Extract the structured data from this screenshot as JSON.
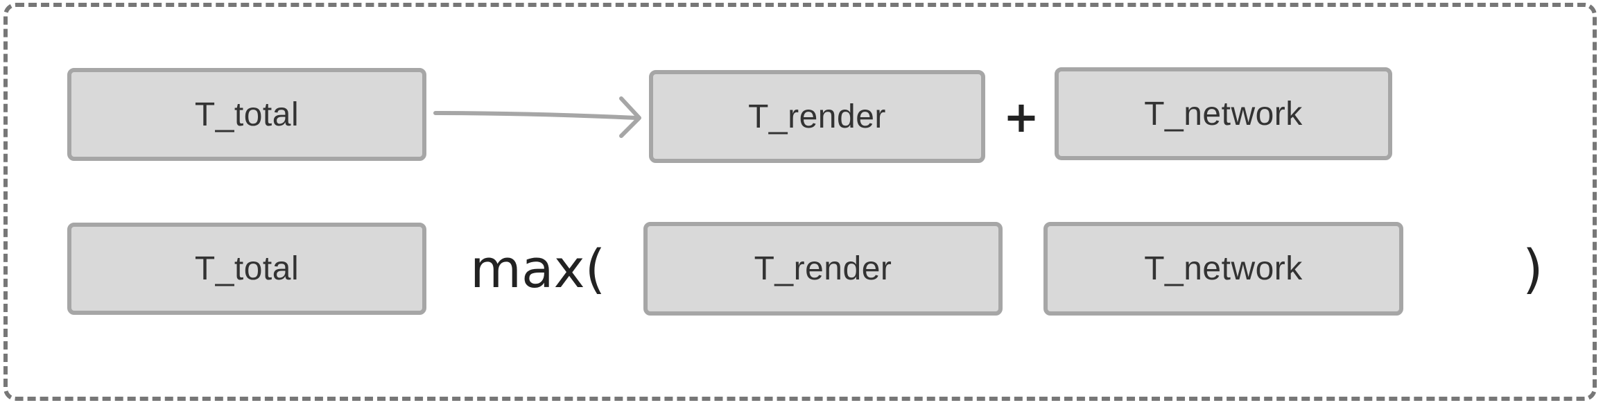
{
  "row1": {
    "left_box": "T_total",
    "middle_box": "T_render",
    "operator": "+",
    "right_box": "T_network"
  },
  "row2": {
    "left_box": "T_total",
    "func_open": "max(",
    "middle_box": "T_render",
    "right_box": "T_network",
    "func_close": ")"
  },
  "colors": {
    "box_fill": "#d9d9d9",
    "box_border": "#a6a6a6",
    "frame_border": "#777777",
    "text": "#333333"
  }
}
